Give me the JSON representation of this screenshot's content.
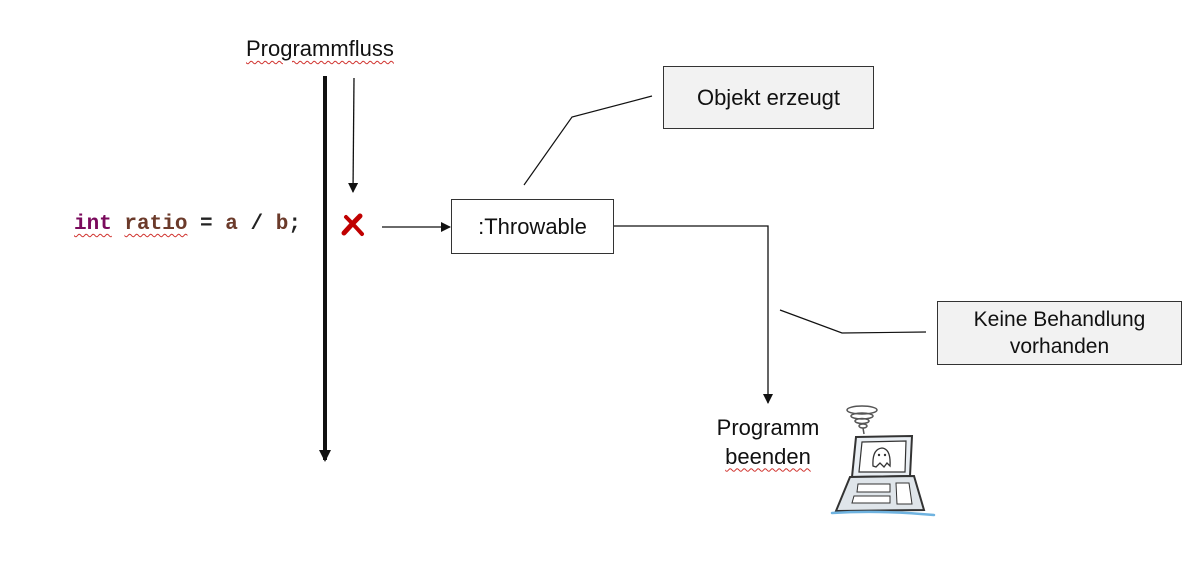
{
  "title": "Programmfluss",
  "code": {
    "keyword": "int",
    "variable": "ratio",
    "equals": "=",
    "a": "a",
    "slash": "/",
    "b": "b",
    "semicolon": ";"
  },
  "throwable_label": ":Throwable",
  "created_label": "Objekt erzeugt",
  "no_handler": {
    "line1": "Keine Behandlung",
    "line2": "vorhanden"
  },
  "end_program": {
    "line1": "Programm",
    "line2": "beenden"
  },
  "colors": {
    "error": "#c00000",
    "keyword": "#7a0a5c",
    "variable": "#6b3a2a",
    "box_fill": "#f2f2f2"
  }
}
